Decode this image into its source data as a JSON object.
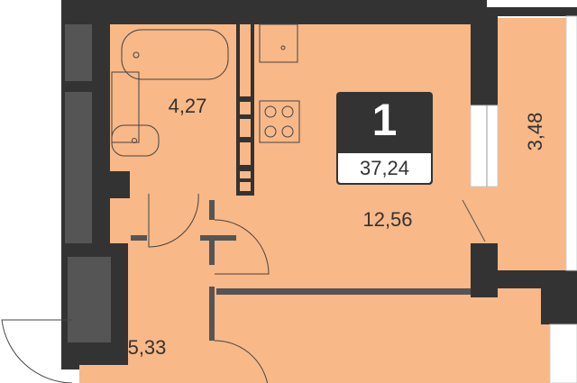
{
  "apartment": {
    "rooms": "1",
    "total_area": "37,24"
  },
  "rooms": {
    "bathroom_area": "4,27",
    "living_area": "12,56",
    "hall_area": "5,33",
    "balcony_area": "3,48"
  },
  "colors": {
    "floor": "#f8b887",
    "wall": "#333333",
    "furniture_wall": "#555555"
  }
}
